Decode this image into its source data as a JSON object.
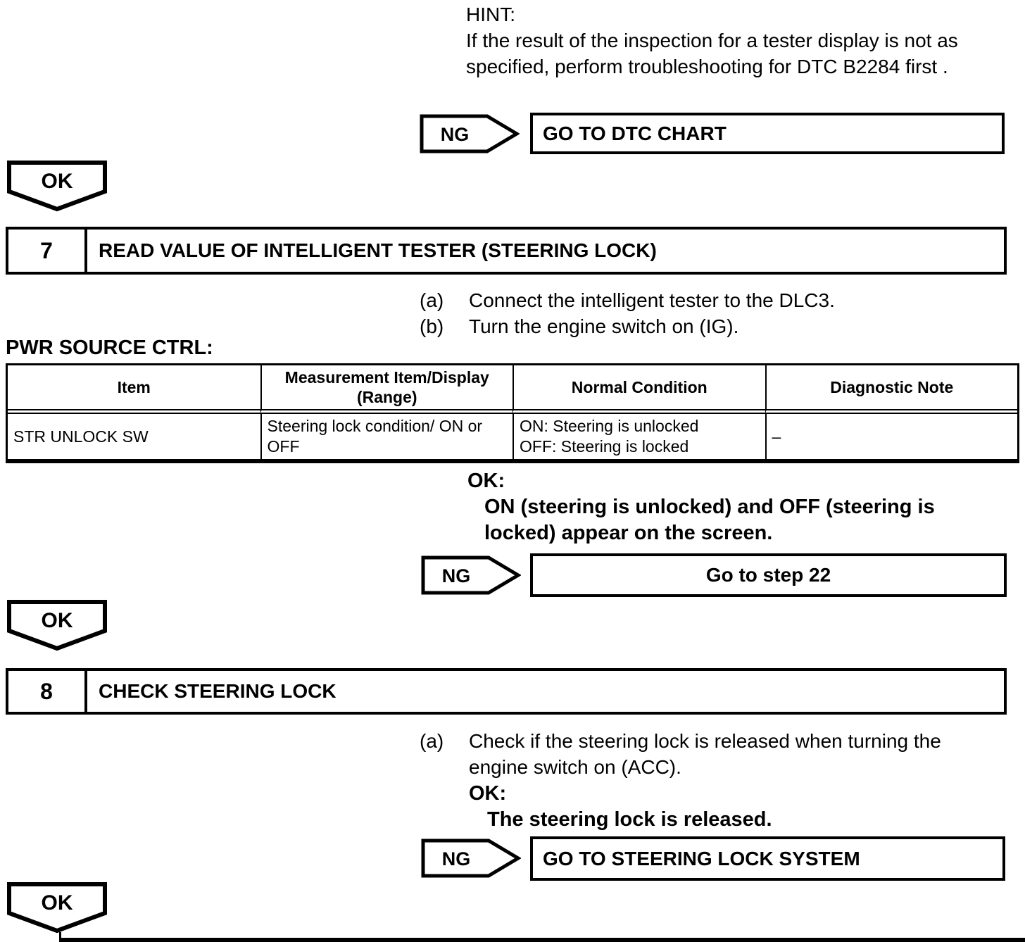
{
  "labels": {
    "ng": "NG",
    "ok": "OK"
  },
  "hint": {
    "title": "HINT:",
    "line1": "If the result of the inspection for a tester display is not as",
    "line2": "specified, perform troubleshooting for DTC B2284 first ."
  },
  "decisions": [
    {
      "ng": "NG",
      "target": "GO TO DTC CHART"
    },
    {
      "ng": "NG",
      "target": "Go to step 22"
    },
    {
      "ng": "NG",
      "target": "GO TO STEERING LOCK SYSTEM"
    }
  ],
  "steps": [
    {
      "number": "7",
      "title": "READ VALUE OF INTELLIGENT TESTER (STEERING LOCK)"
    },
    {
      "number": "8",
      "title": "CHECK STEERING LOCK"
    }
  ],
  "step7": {
    "instructions": [
      {
        "marker": "(a)",
        "text": "Connect the intelligent tester to the DLC3."
      },
      {
        "marker": "(b)",
        "text": "Turn the engine switch on (IG)."
      }
    ],
    "table_caption": "PWR SOURCE CTRL:",
    "table": {
      "headers": {
        "item": "Item",
        "measurement_line1": "Measurement Item/Display",
        "measurement_line2": "(Range)",
        "normal": "Normal Condition",
        "note": "Diagnostic Note"
      },
      "row": {
        "item": "STR UNLOCK SW",
        "measurement_line1": "Steering lock condition/ ON or",
        "measurement_line2": "OFF",
        "normal_line1": "ON: Steering is unlocked",
        "normal_line2": "OFF: Steering is locked",
        "note": "–"
      }
    },
    "ok_spec": {
      "label": "OK:",
      "line1": "ON (steering is unlocked) and OFF (steering is",
      "line2": "locked) appear on the screen."
    }
  },
  "step8": {
    "instruction_marker": "(a)",
    "instruction_line1": "Check if the steering lock is released when turning the",
    "instruction_line2": "engine switch on (ACC).",
    "ok_label": "OK:",
    "ok_spec": "The steering lock is released."
  }
}
